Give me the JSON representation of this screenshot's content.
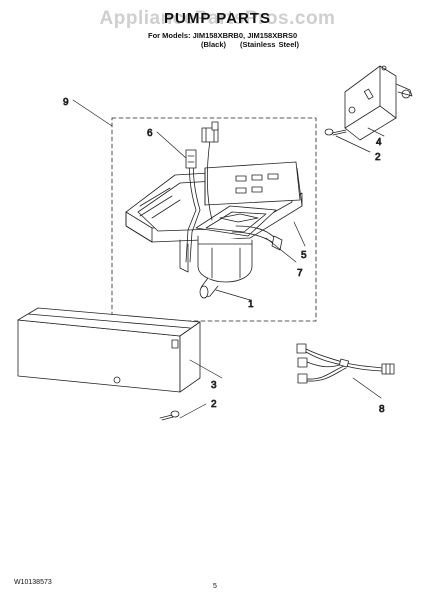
{
  "header": {
    "watermark": "AppliancePartsPros.com",
    "title": "PUMP PARTS",
    "models": "For Models: JIM158XBRB0, JIM158XBRS0",
    "color_black": "(Black)",
    "color_stainless": "(Stainless Steel)"
  },
  "callouts": {
    "c1": "1",
    "c2a": "2",
    "c2b": "2",
    "c3": "3",
    "c4": "4",
    "c5": "5",
    "c6": "6",
    "c7": "7",
    "c8": "8",
    "c9": "9"
  },
  "footer": {
    "doc_number": "W10138573",
    "page": "5"
  }
}
